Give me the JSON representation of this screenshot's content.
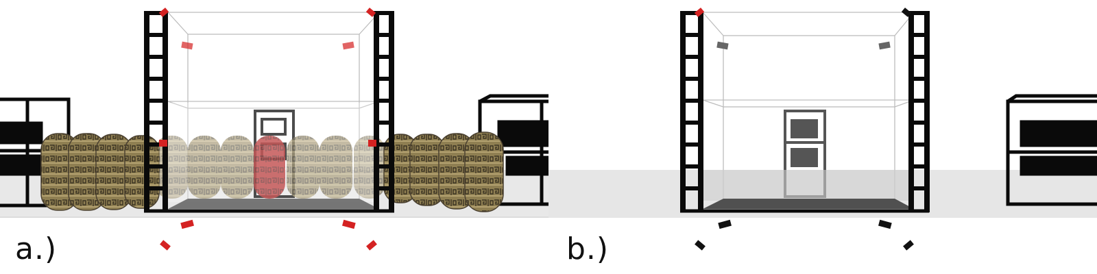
{
  "panels": [
    {
      "id": "a",
      "label": "a.)",
      "marker_color": "#d42222",
      "wheels_visible": true
    },
    {
      "id": "b",
      "label": "b.)",
      "marker_color": "#111111",
      "wheels_visible": false
    }
  ],
  "colors": {
    "frame": "#0a0a0a",
    "floor": "#e6e6e6",
    "enclosure_lines": "#bdbdbd",
    "wheel_base": "#9a8a5c",
    "wheel_highlight": "#c8b27a",
    "red_wheel": "#b82323"
  }
}
